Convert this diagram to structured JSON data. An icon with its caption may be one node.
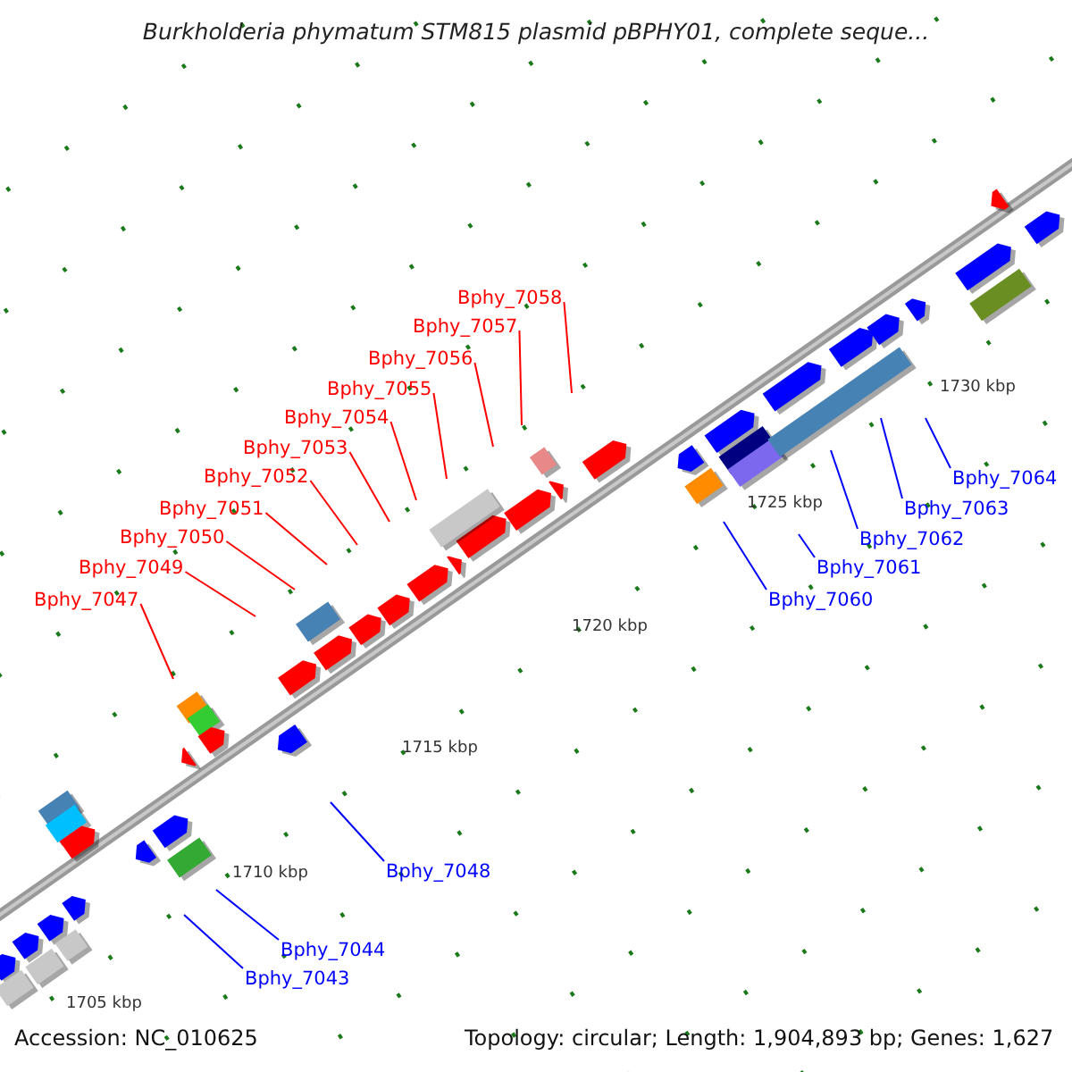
{
  "diagram": {
    "title": "Burkholderia phymatum STM815 plasmid pBPHY01, complete seque...",
    "nodes": [
      {
        "text": [
          "Bphy_7058"
        ]
      },
      {
        "text": [
          "Bphy_7057"
        ]
      },
      {
        "text": [
          "Bphy_7056"
        ]
      },
      {
        "text": [
          "Bphy_7055"
        ]
      },
      {
        "text": [
          "Bphy_7054"
        ]
      },
      {
        "text": [
          "Bphy_7053"
        ]
      },
      {
        "text": [
          "Bphy_7052"
        ]
      },
      {
        "text": [
          "Bphy_7051"
        ]
      },
      {
        "text": [
          "Bphy_7050"
        ]
      },
      {
        "text": [
          "Bphy_7049"
        ]
      },
      {
        "text": [
          "Bphy_7047"
        ]
      },
      {
        "text": [
          "Bphy_7064"
        ]
      },
      {
        "text": [
          "Bphy_7063"
        ]
      },
      {
        "text": [
          "Bphy_7062"
        ]
      },
      {
        "text": [
          "Bphy_7061"
        ]
      },
      {
        "text": [
          "Bphy_7060"
        ]
      },
      {
        "text": [
          "Bphy_7048"
        ]
      },
      {
        "text": [
          "Bphy_7044"
        ]
      },
      {
        "text": [
          "Bphy_7043"
        ]
      }
    ],
    "edges": [
      {
        "from": 0,
        "to": null,
        "arrow": "none"
      },
      {
        "from": 1,
        "to": null,
        "arrow": "none"
      },
      {
        "from": 2,
        "to": null,
        "arrow": "none"
      },
      {
        "from": 3,
        "to": null,
        "arrow": "none"
      },
      {
        "from": 4,
        "to": null,
        "arrow": "none"
      },
      {
        "from": 5,
        "to": null,
        "arrow": "none"
      },
      {
        "from": 6,
        "to": null,
        "arrow": "none"
      },
      {
        "from": 7,
        "to": null,
        "arrow": "none"
      },
      {
        "from": 8,
        "to": null,
        "arrow": "none"
      },
      {
        "from": 9,
        "to": null,
        "arrow": "none"
      },
      {
        "from": 10,
        "to": null,
        "arrow": "none"
      },
      {
        "from": 11,
        "to": null,
        "arrow": "none",
        "color": "#0000ff"
      },
      {
        "from": 12,
        "to": null,
        "arrow": "none",
        "color": "#0000ff"
      },
      {
        "from": 13,
        "to": null,
        "arrow": "none",
        "color": "#0000ff"
      },
      {
        "from": 14,
        "to": null,
        "arrow": "none",
        "color": "#0000ff"
      },
      {
        "from": 15,
        "to": null,
        "arrow": "none",
        "color": "#0000ff"
      },
      {
        "from": 16,
        "to": null,
        "arrow": "none",
        "color": "#0000ff"
      },
      {
        "from": 17,
        "to": null,
        "arrow": "none",
        "color": "#0000ff"
      },
      {
        "from": 18,
        "to": null,
        "arrow": "none",
        "color": "#0000ff"
      }
    ],
    "labels": [
      "1705 kbp",
      "1710 kbp",
      "1715 kbp",
      "1720 kbp",
      "1725 kbp",
      "1730 kbp",
      "Accession: NC_010625",
      "Topology: circular; Length: 1,904,893 bp; Genes: 1,627"
    ]
  }
}
